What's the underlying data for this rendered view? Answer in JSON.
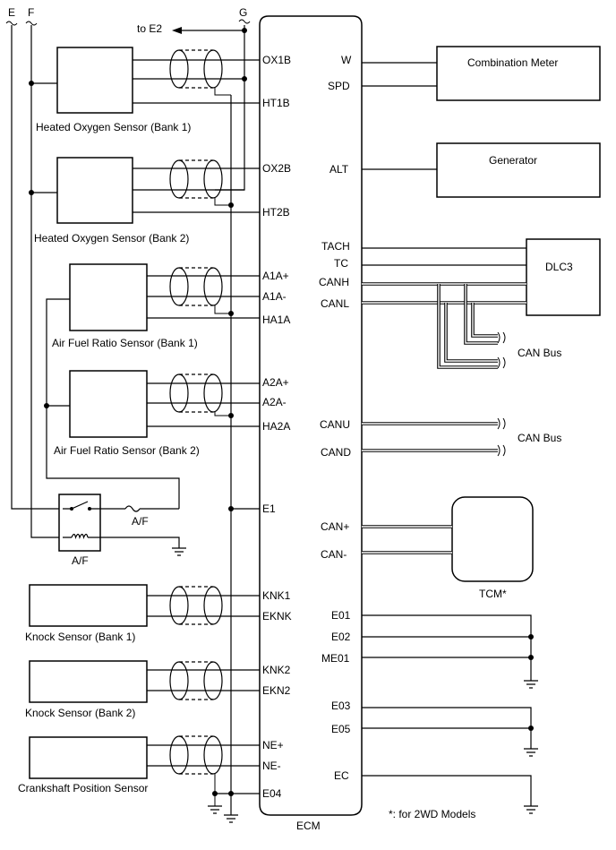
{
  "rails": {
    "e": "E",
    "f": "F",
    "g": "G",
    "to_e2": "to E2"
  },
  "ecm": {
    "name": "ECM",
    "left_pins": {
      "ox1b": "OX1B",
      "ht1b": "HT1B",
      "ox2b": "OX2B",
      "ht2b": "HT2B",
      "a1a_plus": "A1A+",
      "a1a_minus": "A1A-",
      "ha1a": "HA1A",
      "a2a_plus": "A2A+",
      "a2a_minus": "A2A-",
      "ha2a": "HA2A",
      "e1": "E1",
      "knk1": "KNK1",
      "eknk": "EKNK",
      "knk2": "KNK2",
      "ekn2": "EKN2",
      "ne_plus": "NE+",
      "ne_minus": "NE-",
      "e04": "E04"
    },
    "right_pins": {
      "w": "W",
      "spd": "SPD",
      "alt": "ALT",
      "tach": "TACH",
      "tc": "TC",
      "canh": "CANH",
      "canl": "CANL",
      "canu": "CANU",
      "cand": "CAND",
      "can_plus": "CAN+",
      "can_minus": "CAN-",
      "e01": "E01",
      "e02": "E02",
      "me01": "ME01",
      "e03": "E03",
      "e05": "E05",
      "ec": "EC"
    }
  },
  "components": {
    "ho2_bank1": "Heated Oxygen Sensor (Bank 1)",
    "ho2_bank2": "Heated Oxygen Sensor (Bank 2)",
    "af_bank1": "Air Fuel Ratio Sensor (Bank 1)",
    "af_bank2": "Air Fuel Ratio Sensor (Bank 2)",
    "af_fuse": "A/F",
    "af_relay": "A/F",
    "knock_bank1": "Knock Sensor (Bank 1)",
    "knock_bank2": "Knock Sensor (Bank 2)",
    "crank": "Crankshaft Position Sensor",
    "combination_meter": "Combination Meter",
    "generator": "Generator",
    "dlc3": "DLC3",
    "tcm": "TCM*",
    "can_bus_1": "CAN Bus",
    "can_bus_2": "CAN Bus"
  },
  "footnote": "*: for 2WD Models"
}
